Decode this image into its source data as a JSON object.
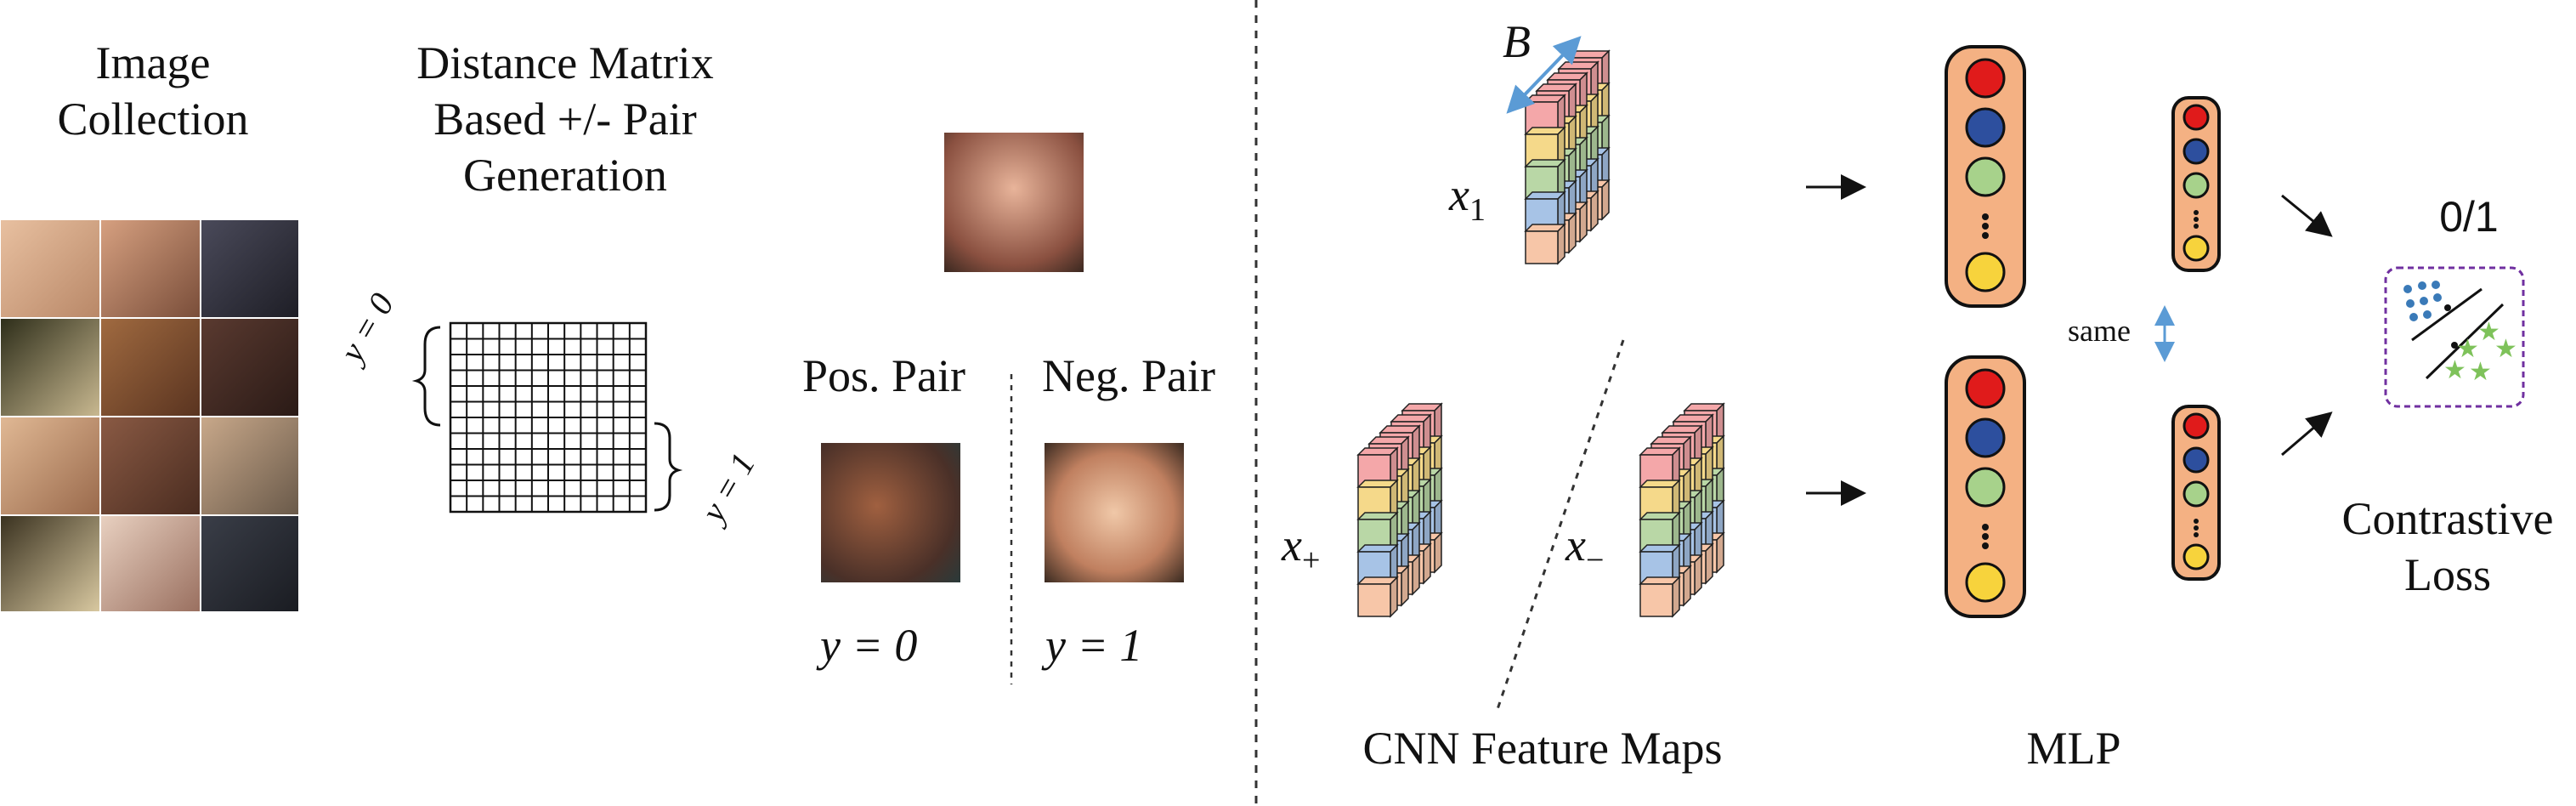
{
  "labels": {
    "image_collection": "Image Collection",
    "distance_matrix": "Distance Matrix Based +/- Pair Generation",
    "pos_pair": "Pos. Pair",
    "neg_pair": "Neg. Pair",
    "y_pos": "y = 0",
    "y_neg": "y = 1",
    "matrix_y0": "y = 0",
    "matrix_y1": "y = 1",
    "B": "B",
    "x1": "x",
    "x1_sub": "1",
    "xplus": "x",
    "xplus_sub": "+",
    "xminus": "x",
    "xminus_sub": "−",
    "cnn": "CNN Feature Maps",
    "mlp": "MLP",
    "same": "same",
    "zero_one": "0/1",
    "contrastive_loss": "Contrastive Loss"
  },
  "colors": {
    "cube_rows": [
      "#f4a7a9",
      "#f5d98a",
      "#b9d7a6",
      "#a7c3e6",
      "#f7c6a8"
    ],
    "mlp_body": "#f4b183",
    "node_red": "#e01b1b",
    "node_blue": "#2d4f9e",
    "node_green": "#a7d28b",
    "node_yellow": "#f7d33c",
    "same_arrow": "#5b9bd5",
    "loss_box": "#7030a0",
    "loss_dots": "#3a7ab8",
    "loss_stars": "#7ec25a"
  },
  "faces": [
    {
      "id": "face-1",
      "tone": "#d9a68a"
    },
    {
      "id": "face-2",
      "tone": "#b9826a"
    },
    {
      "id": "face-3",
      "tone": "#3a3a48"
    },
    {
      "id": "face-4",
      "tone": "#6b5a3a"
    },
    {
      "id": "face-5",
      "tone": "#8a5a3a"
    },
    {
      "id": "face-6",
      "tone": "#4a3228"
    },
    {
      "id": "face-7",
      "tone": "#c89070"
    },
    {
      "id": "face-8",
      "tone": "#7a5040"
    },
    {
      "id": "face-9",
      "tone": "#9a7a60"
    },
    {
      "id": "face-10",
      "tone": "#5a4a30"
    },
    {
      "id": "face-11",
      "tone": "#d0b0a0"
    },
    {
      "id": "face-12",
      "tone": "#2a2e38"
    }
  ]
}
